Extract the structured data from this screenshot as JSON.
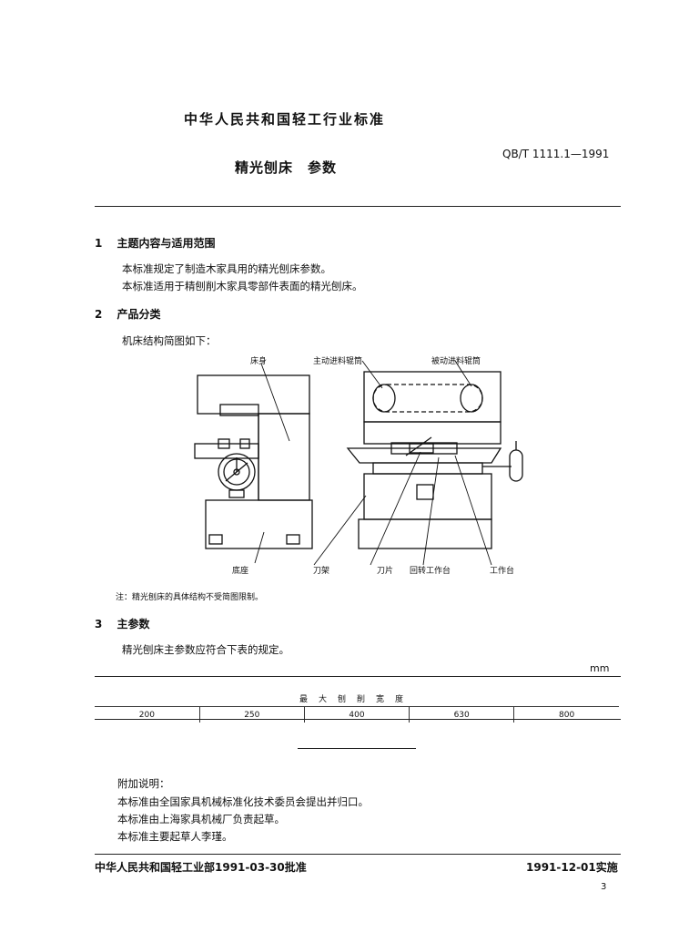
{
  "header": {
    "industry_standard": "中华人民共和国轻工行业标准",
    "title": "精光刨床　参数",
    "code": "QB/T 1111.1—1991"
  },
  "sections": [
    {
      "number": "1",
      "title": "主题内容与适用范围",
      "paragraphs": [
        "本标准规定了制造木家具用的精光刨床参数。",
        "本标准适用于精刨削木家具零部件表面的精光刨床。"
      ]
    },
    {
      "number": "2",
      "title": "产品分类",
      "paragraphs": [
        "机床结构简图如下："
      ]
    },
    {
      "number": "3",
      "title": "主参数",
      "paragraphs": [
        "精光刨床主参数应符合下表的规定。"
      ]
    }
  ],
  "figure": {
    "labels": {
      "bed": "床身",
      "drive_roller": "主动进料辊筒",
      "driven_roller": "被动进料辊筒",
      "base": "底座",
      "tool_holder": "刀架",
      "blade": "刀片",
      "rotary_table": "回转工作台",
      "work_table": "工作台"
    },
    "note": "注：精光刨床的具体结构不受简图限制。"
  },
  "table": {
    "unit": "mm",
    "header": "最大刨削宽度",
    "values": [
      "200",
      "250",
      "400",
      "630",
      "800"
    ]
  },
  "appendix": {
    "title": "附加说明：",
    "lines": [
      "本标准由全国家具机械标准化技术委员会提出并归口。",
      "本标准由上海家具机械厂负责起草。",
      "本标准主要起草人李瑾。"
    ]
  },
  "footer": {
    "approval": "中华人民共和国轻工业部1991-03-30批准",
    "implementation": "1991-12-01实施",
    "page_number": "3"
  }
}
